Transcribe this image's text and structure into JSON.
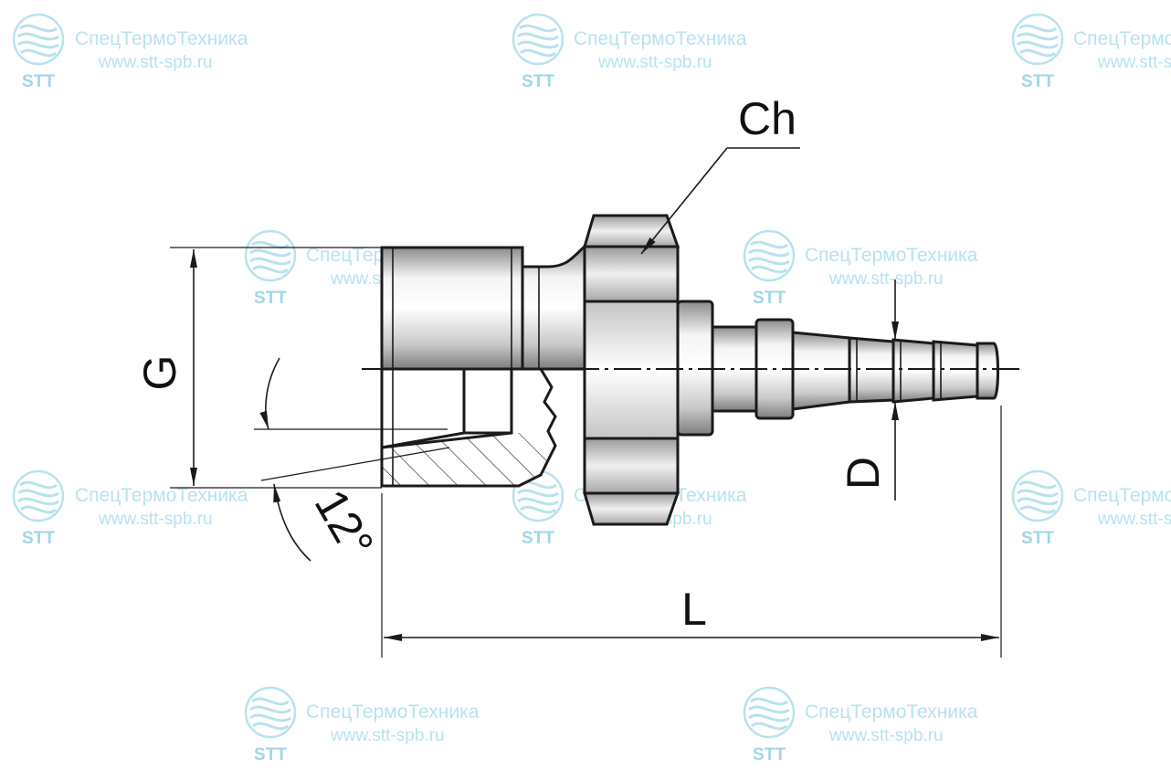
{
  "watermark": {
    "company": "СпецТермоТехника",
    "url": "www.stt-spb.ru",
    "logo_text": "STT",
    "color": "#b8e2ee"
  },
  "dimensions": {
    "ch": "Ch",
    "g": "G",
    "d": "D",
    "l": "L",
    "angle": "12°"
  },
  "colors": {
    "line": "#1a1a1a",
    "metal_light": "#f2f2f2",
    "metal_dark": "#8c8c8c"
  }
}
